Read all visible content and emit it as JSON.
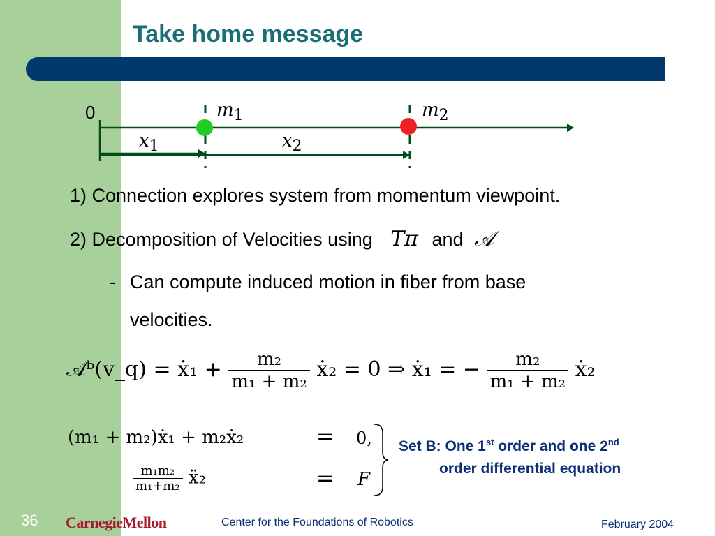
{
  "slide": {
    "title": "Take home message",
    "number": "36",
    "logo_text": "CarnegieMellon",
    "footer_center": "Center for the Foundations of Robotics",
    "footer_date": "February 2004"
  },
  "diagram": {
    "origin_label": "0",
    "mass1_label": "m",
    "mass1_sub": "1",
    "mass2_label": "m",
    "mass2_sub": "2",
    "dist1_label": "x",
    "dist1_sub": "1",
    "dist2_label": "x",
    "dist2_sub": "2",
    "mass1_color": "#22cc22",
    "mass2_color": "#ee2222"
  },
  "bullets": {
    "item1": "1) Connection explores system from momentum viewpoint.",
    "item2_prefix": "2) Decomposition of Velocities  using",
    "item2_sym1": "Tπ",
    "item2_and": "and",
    "item2_sym2": "𝒜",
    "sub_dash": "-",
    "sub_line1": "Can compute induced motion in fiber from base",
    "sub_line2": "velocities."
  },
  "equations": {
    "main": {
      "lhs": "𝒜ᵇ(v_q) = ẋ₁ +",
      "frac1_num": "m₂",
      "frac1_den": "m₁ + m₂",
      "mid": "ẋ₂ = 0 ⇒ ẋ₁ = −",
      "frac2_num": "m₂",
      "frac2_den": "m₁ + m₂",
      "tail": "ẋ₂"
    },
    "system": {
      "row1_lhs": "(m₁ + m₂)ẋ₁ + m₂ẋ₂",
      "row1_eq": "=",
      "row1_rhs": "0,",
      "row2_frac_num": "m₁m₂",
      "row2_frac_den": "m₁+m₂",
      "row2_tail": "ẍ₂",
      "row2_eq": "=",
      "row2_rhs": "F"
    }
  },
  "setb": {
    "line1_a": "Set B: One 1",
    "line1_sup1": "st",
    "line1_b": " order and one 2",
    "line1_sup2": "nd",
    "line2": "order differential equation"
  }
}
